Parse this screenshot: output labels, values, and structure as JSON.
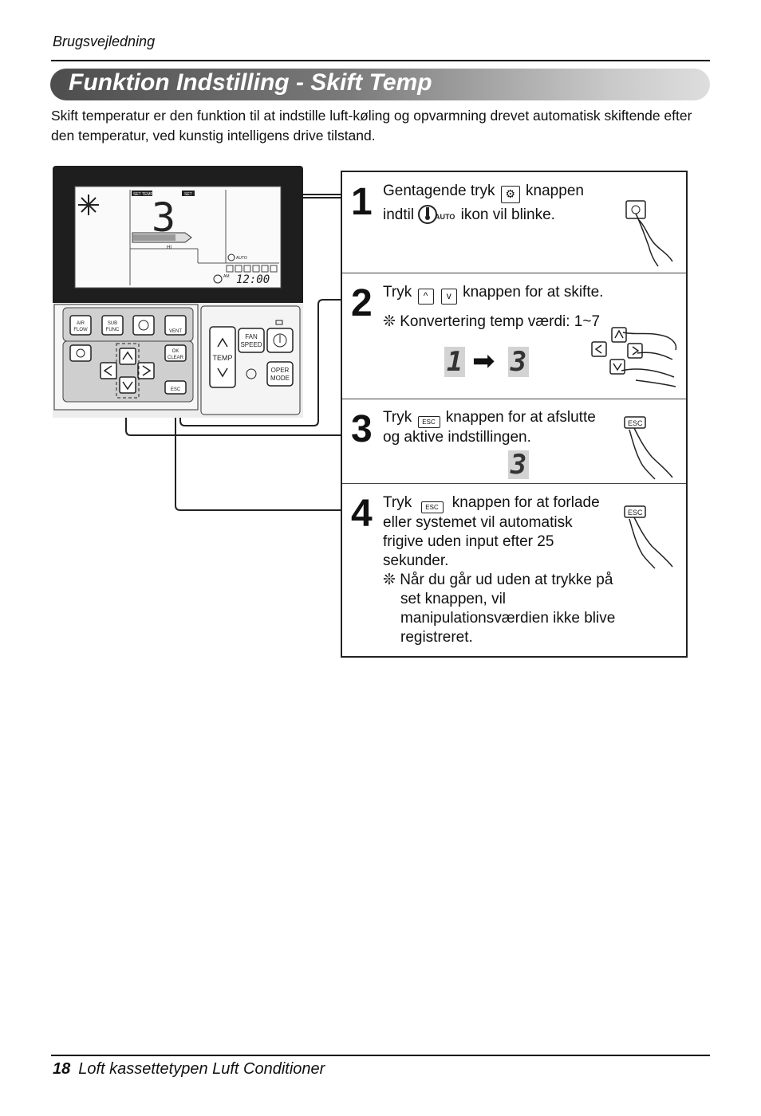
{
  "header": {
    "section_label": "Brugsvejledning"
  },
  "title": "Funktion Indstilling - Skift Temp",
  "intro": "Skift temperatur er den funktion til at indstille luft-køling og opvarmning drevet automatisk skiftende efter den temperatur, ved kunstig intelligens drive tilstand.",
  "remote": {
    "display": {
      "set_temp_label": "SET TEMP",
      "set_label": "SET",
      "digit": "3",
      "fan_label": "HI",
      "auto_label": "AUTO",
      "am_label": "AM",
      "clock": "12:00"
    },
    "buttons": {
      "air_flow": "AIR FLOW",
      "sub_func": "SUB FUNC",
      "vent": "VENT",
      "ok_clear": "OK CLEAR",
      "esc": "ESC",
      "fan_speed": "FAN SPEED",
      "temp": "TEMP",
      "oper_mode": "OPER MODE"
    }
  },
  "steps": [
    {
      "number": "1",
      "lines": [
        "Gentagende tryk",
        "knappen",
        "indtil",
        "ikon vil blinke."
      ],
      "auto_label": "AUTO"
    },
    {
      "number": "2",
      "text_pre": "Tryk",
      "text_post": "knappen for at skifte.",
      "note": "❊ Konvertering temp værdi: 1~7",
      "from_value": "1",
      "to_value": "3"
    },
    {
      "number": "3",
      "text_pre": "Tryk",
      "esc_label": "ESC",
      "text_post": "knappen for at afslutte",
      "text_line2": "og aktive indstillingen.",
      "value": "3"
    },
    {
      "number": "4",
      "text_pre": "Tryk",
      "esc_label": "ESC",
      "text_post": "knappen for at forlade",
      "text_rest": "eller systemet vil automatisk frigive uden input efter 25 sekunder.",
      "note": "❊ Når du går ud uden at trykke på set knappen, vil manipulationsværdien ikke blive registreret."
    }
  ],
  "footer": {
    "page_number": "18",
    "title": "Loft kassettetypen Luft Conditioner"
  }
}
